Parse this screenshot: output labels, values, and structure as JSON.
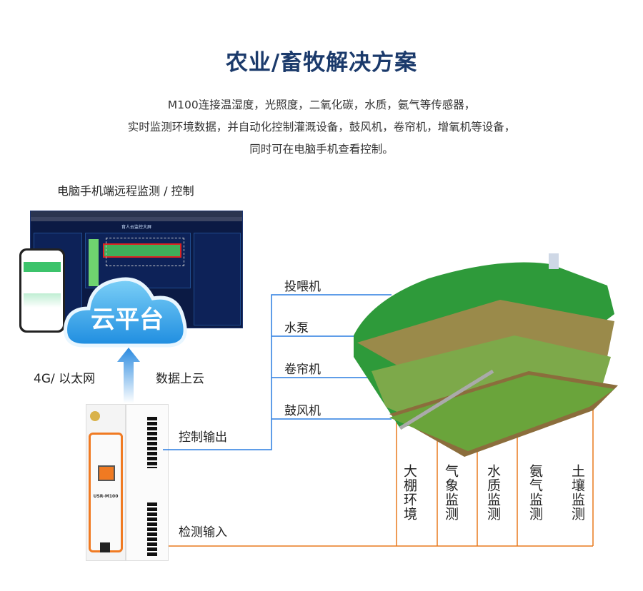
{
  "title": "农业/畜牧解决方案",
  "description": [
    "M100连接温湿度，光照度，二氧化碳，水质，氨气等传感器，",
    "实时监测环境数据，并自动化控制灌溉设备，鼓风机，卷帘机，增氧机等设备，",
    "同时可在电脑手机查看控制。"
  ],
  "remote_label": "电脑手机端远程监测 / 控制",
  "monitor_title": "育人云监控大屏",
  "cloud_label": "云平台",
  "network_label": "4G/ 以太网",
  "upload_label": "数据上云",
  "device_model": "USR-M100",
  "control_output_label": "控制输出",
  "detect_input_label": "检测输入",
  "outputs": [
    "投喂机",
    "水泵",
    "卷帘机",
    "鼓风机"
  ],
  "inputs": [
    "大棚环境",
    "气象监测",
    "水质监测",
    "氨气监测",
    "土壤监测"
  ],
  "colors": {
    "title": "#1b3a6b",
    "control_line": "#2a7de1",
    "input_line": "#e87a1e",
    "device_accent": "#f07a22"
  }
}
